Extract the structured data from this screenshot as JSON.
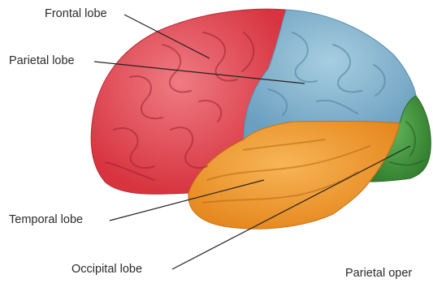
{
  "labels": {
    "frontal": "Frontal lobe",
    "parietal": "Parietal lobe",
    "temporal": "Temporal lobe",
    "occipital": "Occipital lobe",
    "parietal_operculum": "Parietal oper"
  },
  "colors": {
    "frontal": "#e04a55",
    "parietal": "#7fb0cc",
    "temporal": "#ee9a2e",
    "occipital": "#3f8f3a",
    "sulcus_line": "#7a2430",
    "leader_line": "#222222"
  }
}
